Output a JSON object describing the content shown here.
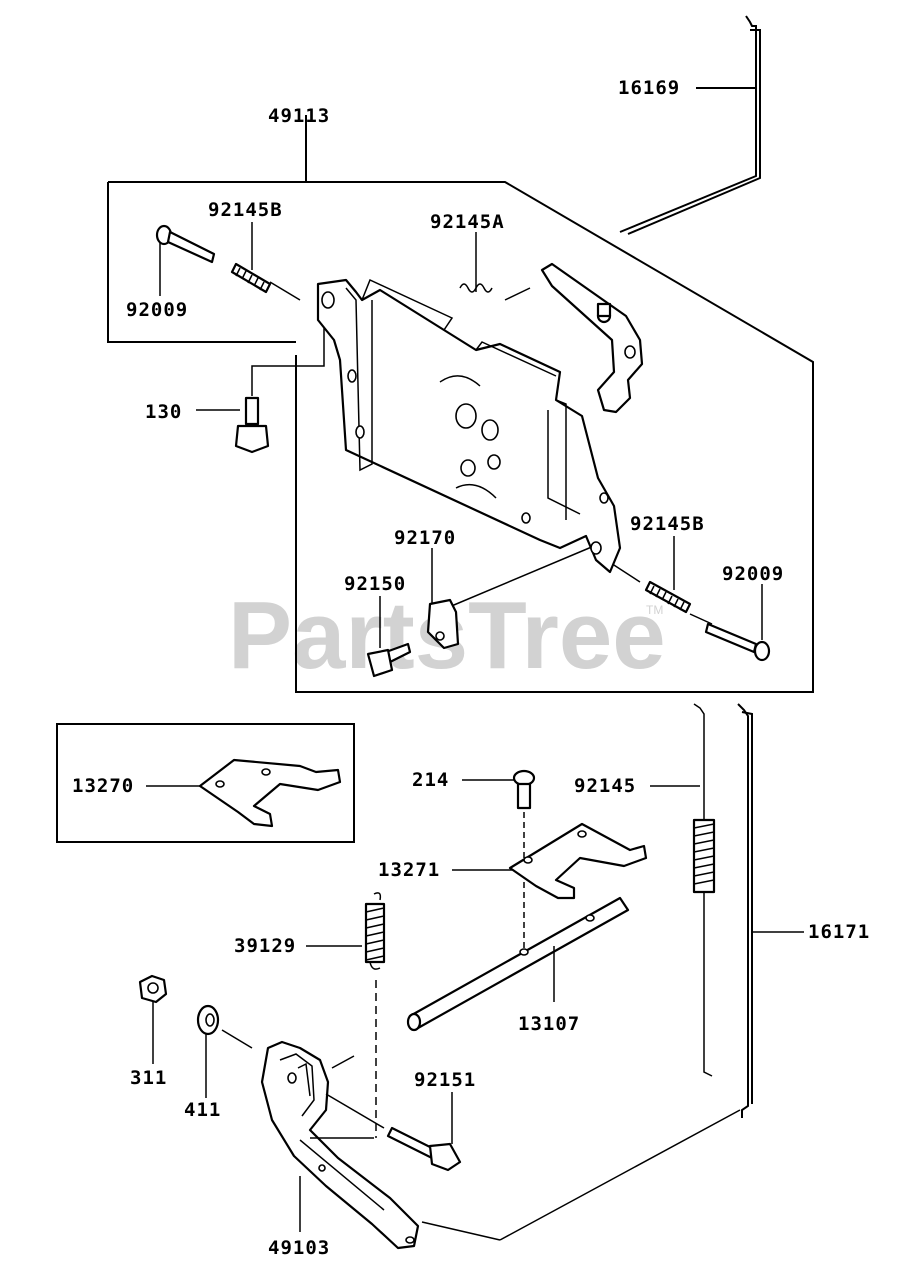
{
  "watermark": {
    "text": "PartsTree",
    "tm": "TM"
  },
  "labels": {
    "p16169": "16169",
    "p49113": "49113",
    "p92145B_top": "92145B",
    "p92009_top": "92009",
    "p92145A": "92145A",
    "p130": "130",
    "p92170": "92170",
    "p92145B_right": "92145B",
    "p92009_right": "92009",
    "p92150": "92150",
    "p13270": "13270",
    "p214": "214",
    "p92145": "92145",
    "p13271": "13271",
    "p16171": "16171",
    "p39129": "39129",
    "p13107": "13107",
    "p311": "311",
    "p411": "411",
    "p92151": "92151",
    "p49103": "49103"
  }
}
